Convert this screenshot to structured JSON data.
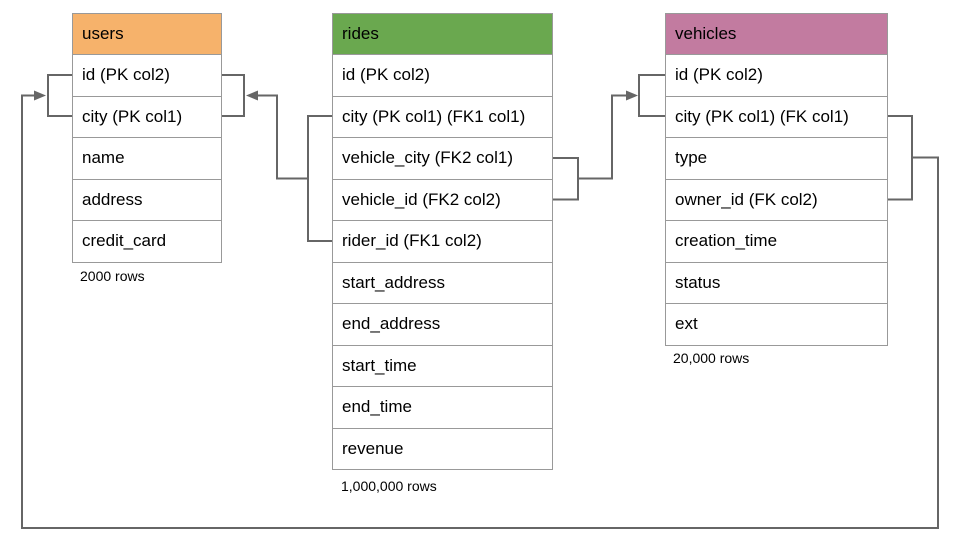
{
  "diagram": {
    "tables": [
      {
        "name": "users",
        "header_color": "#F6B26B",
        "rows": [
          "id (PK col2)",
          "city (PK col1)",
          "name",
          "address",
          "credit_card"
        ],
        "row_count": "2000 rows"
      },
      {
        "name": "rides",
        "header_color": "#6AA84F",
        "rows": [
          "id (PK col2)",
          "city (PK col1) (FK1 col1)",
          "vehicle_city (FK2 col1)",
          "vehicle_id (FK2 col2)",
          "rider_id (FK1 col2)",
          "start_address",
          "end_address",
          "start_time",
          "end_time",
          "revenue"
        ],
        "row_count": "1,000,000 rows"
      },
      {
        "name": "vehicles",
        "header_color": "#C27BA0",
        "rows": [
          "id (PK col2)",
          "city (PK col1) (FK col1)",
          "type",
          "owner_id (FK col2)",
          "creation_time",
          "status",
          "ext"
        ],
        "row_count": "20,000 rows"
      }
    ],
    "relationships": [
      {
        "label": "FK1",
        "from": "rides (city, rider_id)",
        "to": "users (id, city)"
      },
      {
        "label": "FK2",
        "from": "rides (vehicle_city, vehicle_id)",
        "to": "vehicles (id, city)"
      },
      {
        "label": "FK",
        "from": "vehicles (city, owner_id)",
        "to": "users (id, city)"
      }
    ],
    "line_color": "#666666",
    "border_color": "#999999"
  }
}
